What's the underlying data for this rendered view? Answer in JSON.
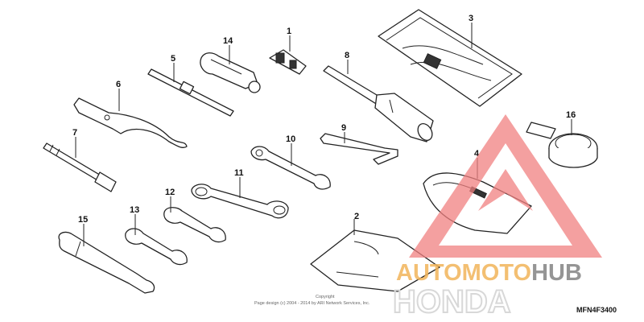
{
  "diagram": {
    "code": "MFN4F3400",
    "copyright_line1": "Copyright",
    "copyright_line2": "Page design (c) 2004 - 2014 by ARI Network Services, Inc.",
    "labels": {
      "p1": "1",
      "p2": "2",
      "p3": "3",
      "p4": "4",
      "p5": "5",
      "p6": "6",
      "p7": "7",
      "p8": "8",
      "p9": "9",
      "p10": "10",
      "p11": "11",
      "p12": "12",
      "p13": "13",
      "p14": "14",
      "p15": "15",
      "p16": "16"
    }
  },
  "watermark": {
    "part1": "AUTO",
    "part2": "MOTO",
    "part3": "HUB",
    "brand": "HONDA",
    "accent_color": "#f2b45a",
    "triangle_color": "#f08080"
  }
}
